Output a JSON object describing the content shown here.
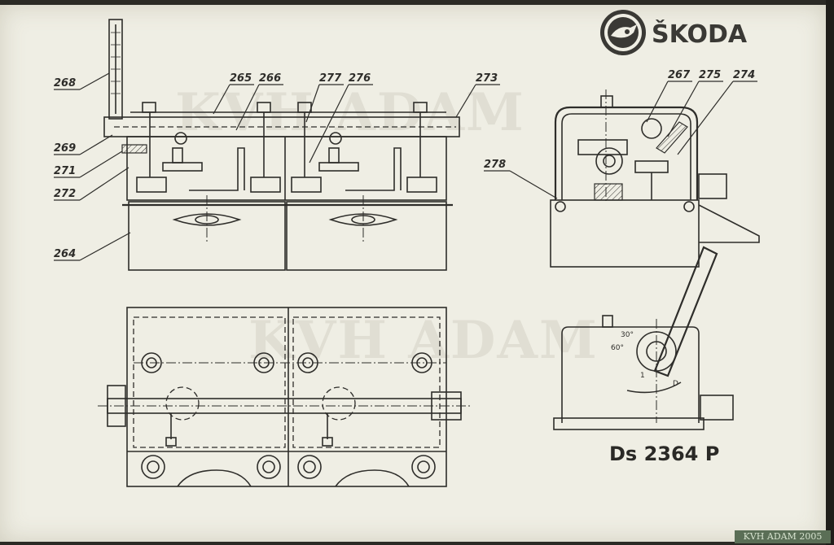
{
  "brand": {
    "name": "ŠKODA",
    "logo_icon": "skoda-winged-arrow-logo"
  },
  "drawing_number": "Ds 2364 P",
  "watermark": "KVH ADAM",
  "credit": "KVH ADAM 2005",
  "callouts": {
    "c264": "264",
    "c265": "265",
    "c266": "266",
    "c267": "267",
    "c268": "268",
    "c269": "269",
    "c271": "271",
    "c272": "272",
    "c273": "273",
    "c274": "274",
    "c275": "275",
    "c276": "276",
    "c277": "277",
    "c278": "278"
  },
  "angle_labels": {
    "a1": "60°",
    "a2": "30°"
  },
  "position_marks": {
    "p1": "1",
    "p2": "D"
  },
  "colors": {
    "paper": "#efeee4",
    "ink": "#2e2d2a",
    "credit_bg": "#5a6e56"
  }
}
